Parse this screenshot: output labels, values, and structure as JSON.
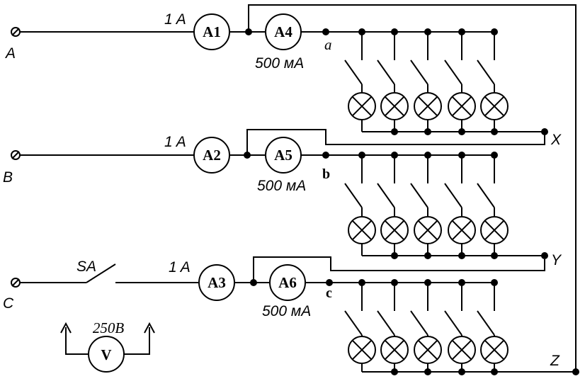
{
  "terminals": {
    "a": "A",
    "b": "B",
    "c": "C"
  },
  "switch_label": "SA",
  "rating_1a": "1 A",
  "rating_500": "500 мА",
  "meters": {
    "a1": "A1",
    "a2": "A2",
    "a3": "A3",
    "a4": "A4",
    "a5": "A5",
    "a6": "A6",
    "v": "V"
  },
  "nodes": {
    "a": "a",
    "b": "b",
    "c": "c"
  },
  "ends": {
    "x": "X",
    "y": "Y",
    "z": "Z"
  },
  "voltage": "250В"
}
